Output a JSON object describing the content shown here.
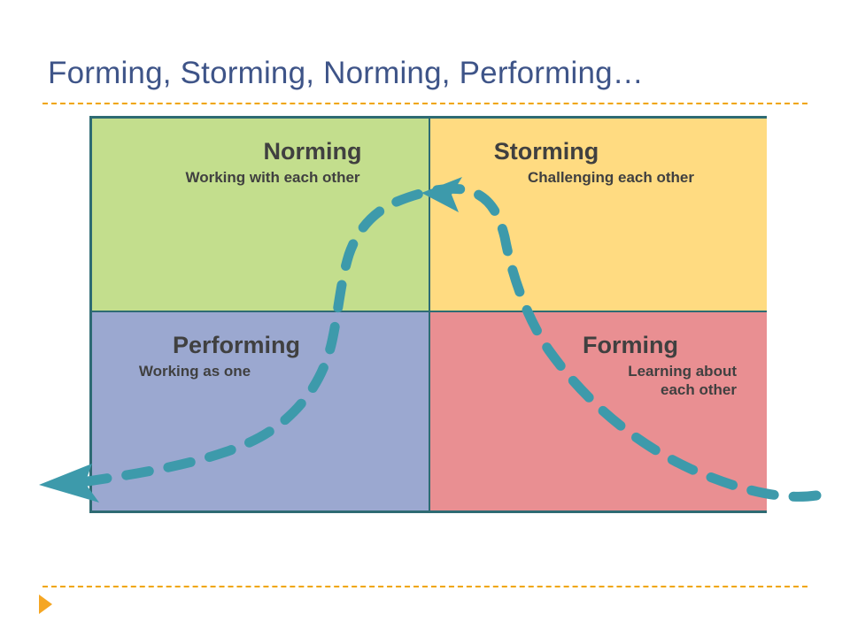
{
  "slide": {
    "title": "Forming, Storming, Norming, Performing…",
    "accent_color": "#F0A500",
    "title_color": "#3E5488",
    "border_color": "#2E6B73",
    "arrow_color": "#3D9AAB",
    "text_color": "#404040",
    "background": "#FFFFFF"
  },
  "matrix": {
    "quadrants": [
      {
        "id": "norming",
        "heading": "Norming",
        "subtitle": "Working with each other",
        "color": "#C3DE8D",
        "position": "top-left"
      },
      {
        "id": "storming",
        "heading": "Storming",
        "subtitle": "Challenging each other",
        "color": "#FFDB81",
        "position": "top-right"
      },
      {
        "id": "performing",
        "heading": "Performing",
        "subtitle": "Working as one",
        "color": "#9BA8D0",
        "position": "bottom-left"
      },
      {
        "id": "forming",
        "heading": "Forming",
        "subtitle": "Learning about each other",
        "subtitle_line1": "Learning about",
        "subtitle_line2": "each other",
        "color": "#E98F92",
        "position": "bottom-right"
      }
    ]
  },
  "flow": {
    "name": "team-development-flow-arrow",
    "style": "dashed",
    "color": "#3D9AAB",
    "direction": "right-to-left then up, over and down to the left",
    "arrowheads": 2
  }
}
